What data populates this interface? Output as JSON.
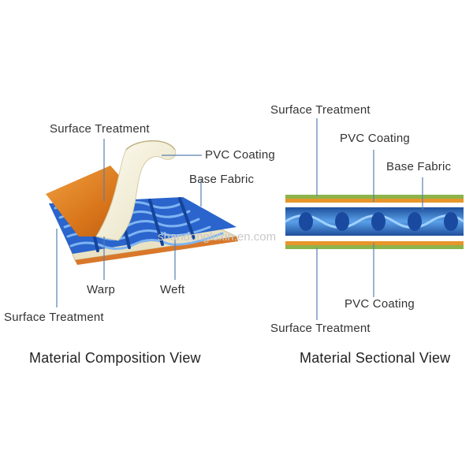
{
  "left_view": {
    "caption": "Material Composition View",
    "labels": {
      "surface_top": "Surface Treatment",
      "pvc_coating": "PVC Coating",
      "base_fabric": "Base Fabric",
      "warp": "Warp",
      "weft": "Weft",
      "surface_bottom": "Surface Treatment"
    }
  },
  "right_view": {
    "caption": "Material Sectional View",
    "labels": {
      "surface_top": "Surface Treatment",
      "pvc_top": "PVC Coating",
      "base_fabric": "Base Fabric",
      "pvc_bottom": "PVC Coating",
      "surface_bottom": "Surface Treatment"
    }
  },
  "watermark": "shandongluxin.en.com",
  "colors": {
    "surface_orange": "#e0851f",
    "coating_cream": "#f1ecd2",
    "fabric_blue": "#2f6fd6",
    "green_stripe": "#8db44a",
    "orange_stripe": "#e8962a",
    "leader_line": "#5b7fb0"
  }
}
